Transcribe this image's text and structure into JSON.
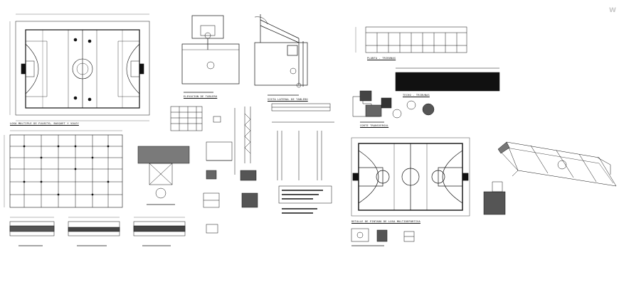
{
  "sheet": {
    "watermark": "W",
    "labels": {
      "court_plan_caption": "LOSA MULTIPLE DE FULBITO, BASQUET Y VOLEY",
      "stand_elevation_caption": "ELEVACION DE TABLERO",
      "stand_side_caption": "VISTA LATERAL DE TABLERO",
      "plan_caption": "PLANTA - TRIBUNAS",
      "section_caption": "CORTE TRANSVERSAL",
      "roof_caption": "TECHO - TRIBUNAS",
      "detail_caption": "DETALLE DE PINTADO DE LOSA MULTIDEPORTIVA"
    }
  }
}
